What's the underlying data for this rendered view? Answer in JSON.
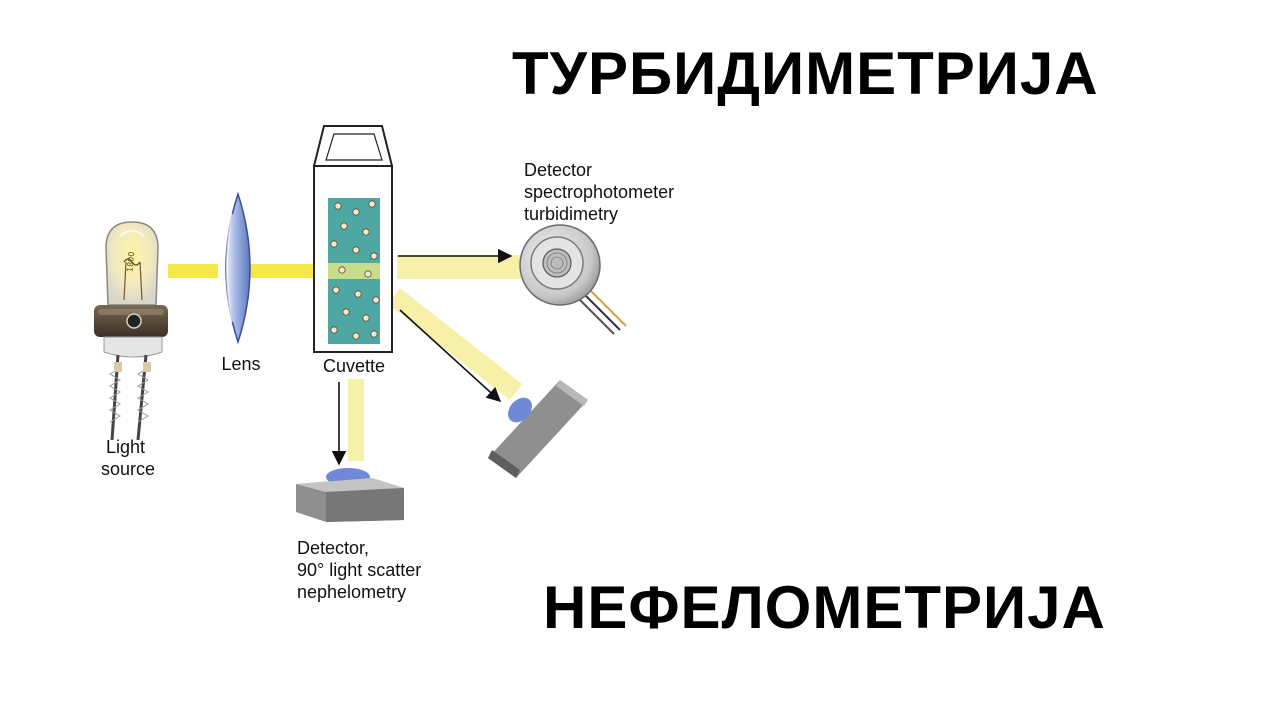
{
  "titles": {
    "turbidimetry": "ТУРБИДИМЕТРИЈА",
    "nephelometry": "НЕФЕЛОМЕТРИЈА"
  },
  "bulb": {
    "marking": "1800"
  },
  "labels": {
    "light_source": [
      "Light",
      "source"
    ],
    "lens": "Lens",
    "cuvette": "Cuvette",
    "detector_turbidimetry": [
      "Detector",
      "spectrophotometer",
      "turbidimetry"
    ],
    "detector_nephelometry": [
      "Detector,",
      "90° light scatter",
      "nephelometry"
    ]
  },
  "colors": {
    "light_beam": "#f5e94a",
    "scatter_beam": "#f7f0a8",
    "solution": "#4fa7a4",
    "detector_body": "#8f8f8f",
    "detector_lens": "#6f88d8"
  }
}
